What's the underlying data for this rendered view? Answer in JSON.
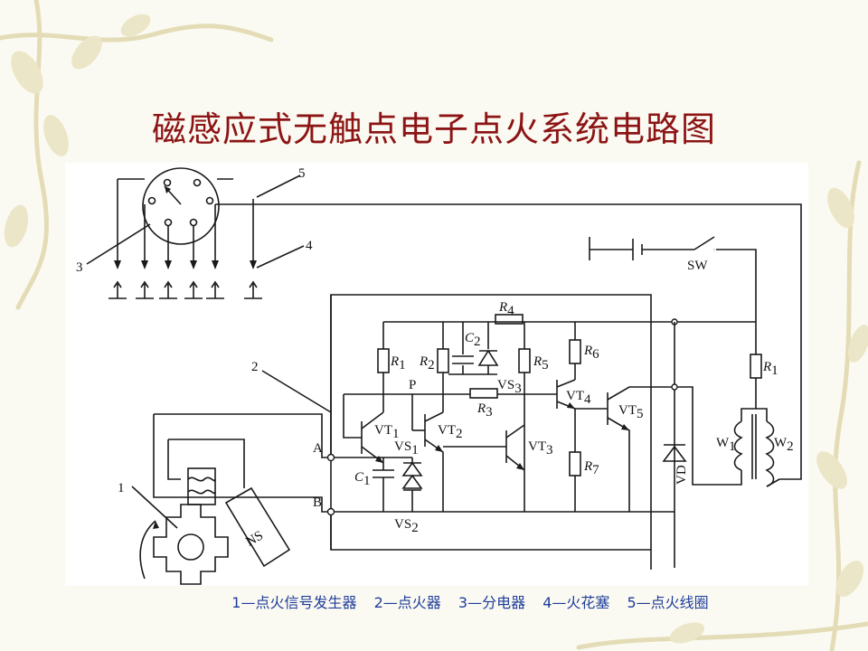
{
  "title": "磁感应式无触点电子点火系统电路图",
  "colors": {
    "title": "#8c1414",
    "legend": "#1e3c9a",
    "wire": "#1a1a1a"
  },
  "legend": [
    {
      "num": "1",
      "text": "点火信号发生器"
    },
    {
      "num": "2",
      "text": "点火器"
    },
    {
      "num": "3",
      "text": "分电器"
    },
    {
      "num": "4",
      "text": "火花塞"
    },
    {
      "num": "5",
      "text": "点火线圈"
    }
  ],
  "diagram": {
    "callouts": {
      "c1": "1",
      "c2": "2",
      "c3": "3",
      "c4": "4",
      "c5": "5"
    },
    "terminals": {
      "a": "A",
      "b": "B",
      "p": "P"
    },
    "switch": "SW",
    "sensor": "NS",
    "components": {
      "r1": {
        "main": "R",
        "sub": "1"
      },
      "r2": {
        "main": "R",
        "sub": "2"
      },
      "r3": {
        "main": "R",
        "sub": "3"
      },
      "r4": {
        "main": "R",
        "sub": "4"
      },
      "r5": {
        "main": "R",
        "sub": "5"
      },
      "r6": {
        "main": "R",
        "sub": "6"
      },
      "r7": {
        "main": "R",
        "sub": "7"
      },
      "r1b": {
        "main": "R",
        "sub": "1"
      },
      "c1": {
        "main": "C",
        "sub": "1"
      },
      "c2": {
        "main": "C",
        "sub": "2"
      },
      "vt1": {
        "main": "VT",
        "sub": "1"
      },
      "vt2": {
        "main": "VT",
        "sub": "2"
      },
      "vt3": {
        "main": "VT",
        "sub": "3"
      },
      "vt4": {
        "main": "VT",
        "sub": "4"
      },
      "vt5": {
        "main": "VT",
        "sub": "5"
      },
      "vs1": {
        "main": "VS",
        "sub": "1"
      },
      "vs2": {
        "main": "VS",
        "sub": "2"
      },
      "vs3": {
        "main": "VS",
        "sub": "3"
      },
      "w1": {
        "main": "W",
        "sub": "1"
      },
      "w2": {
        "main": "W",
        "sub": "2"
      },
      "vd": {
        "main": "VD",
        "sub": ""
      }
    }
  }
}
